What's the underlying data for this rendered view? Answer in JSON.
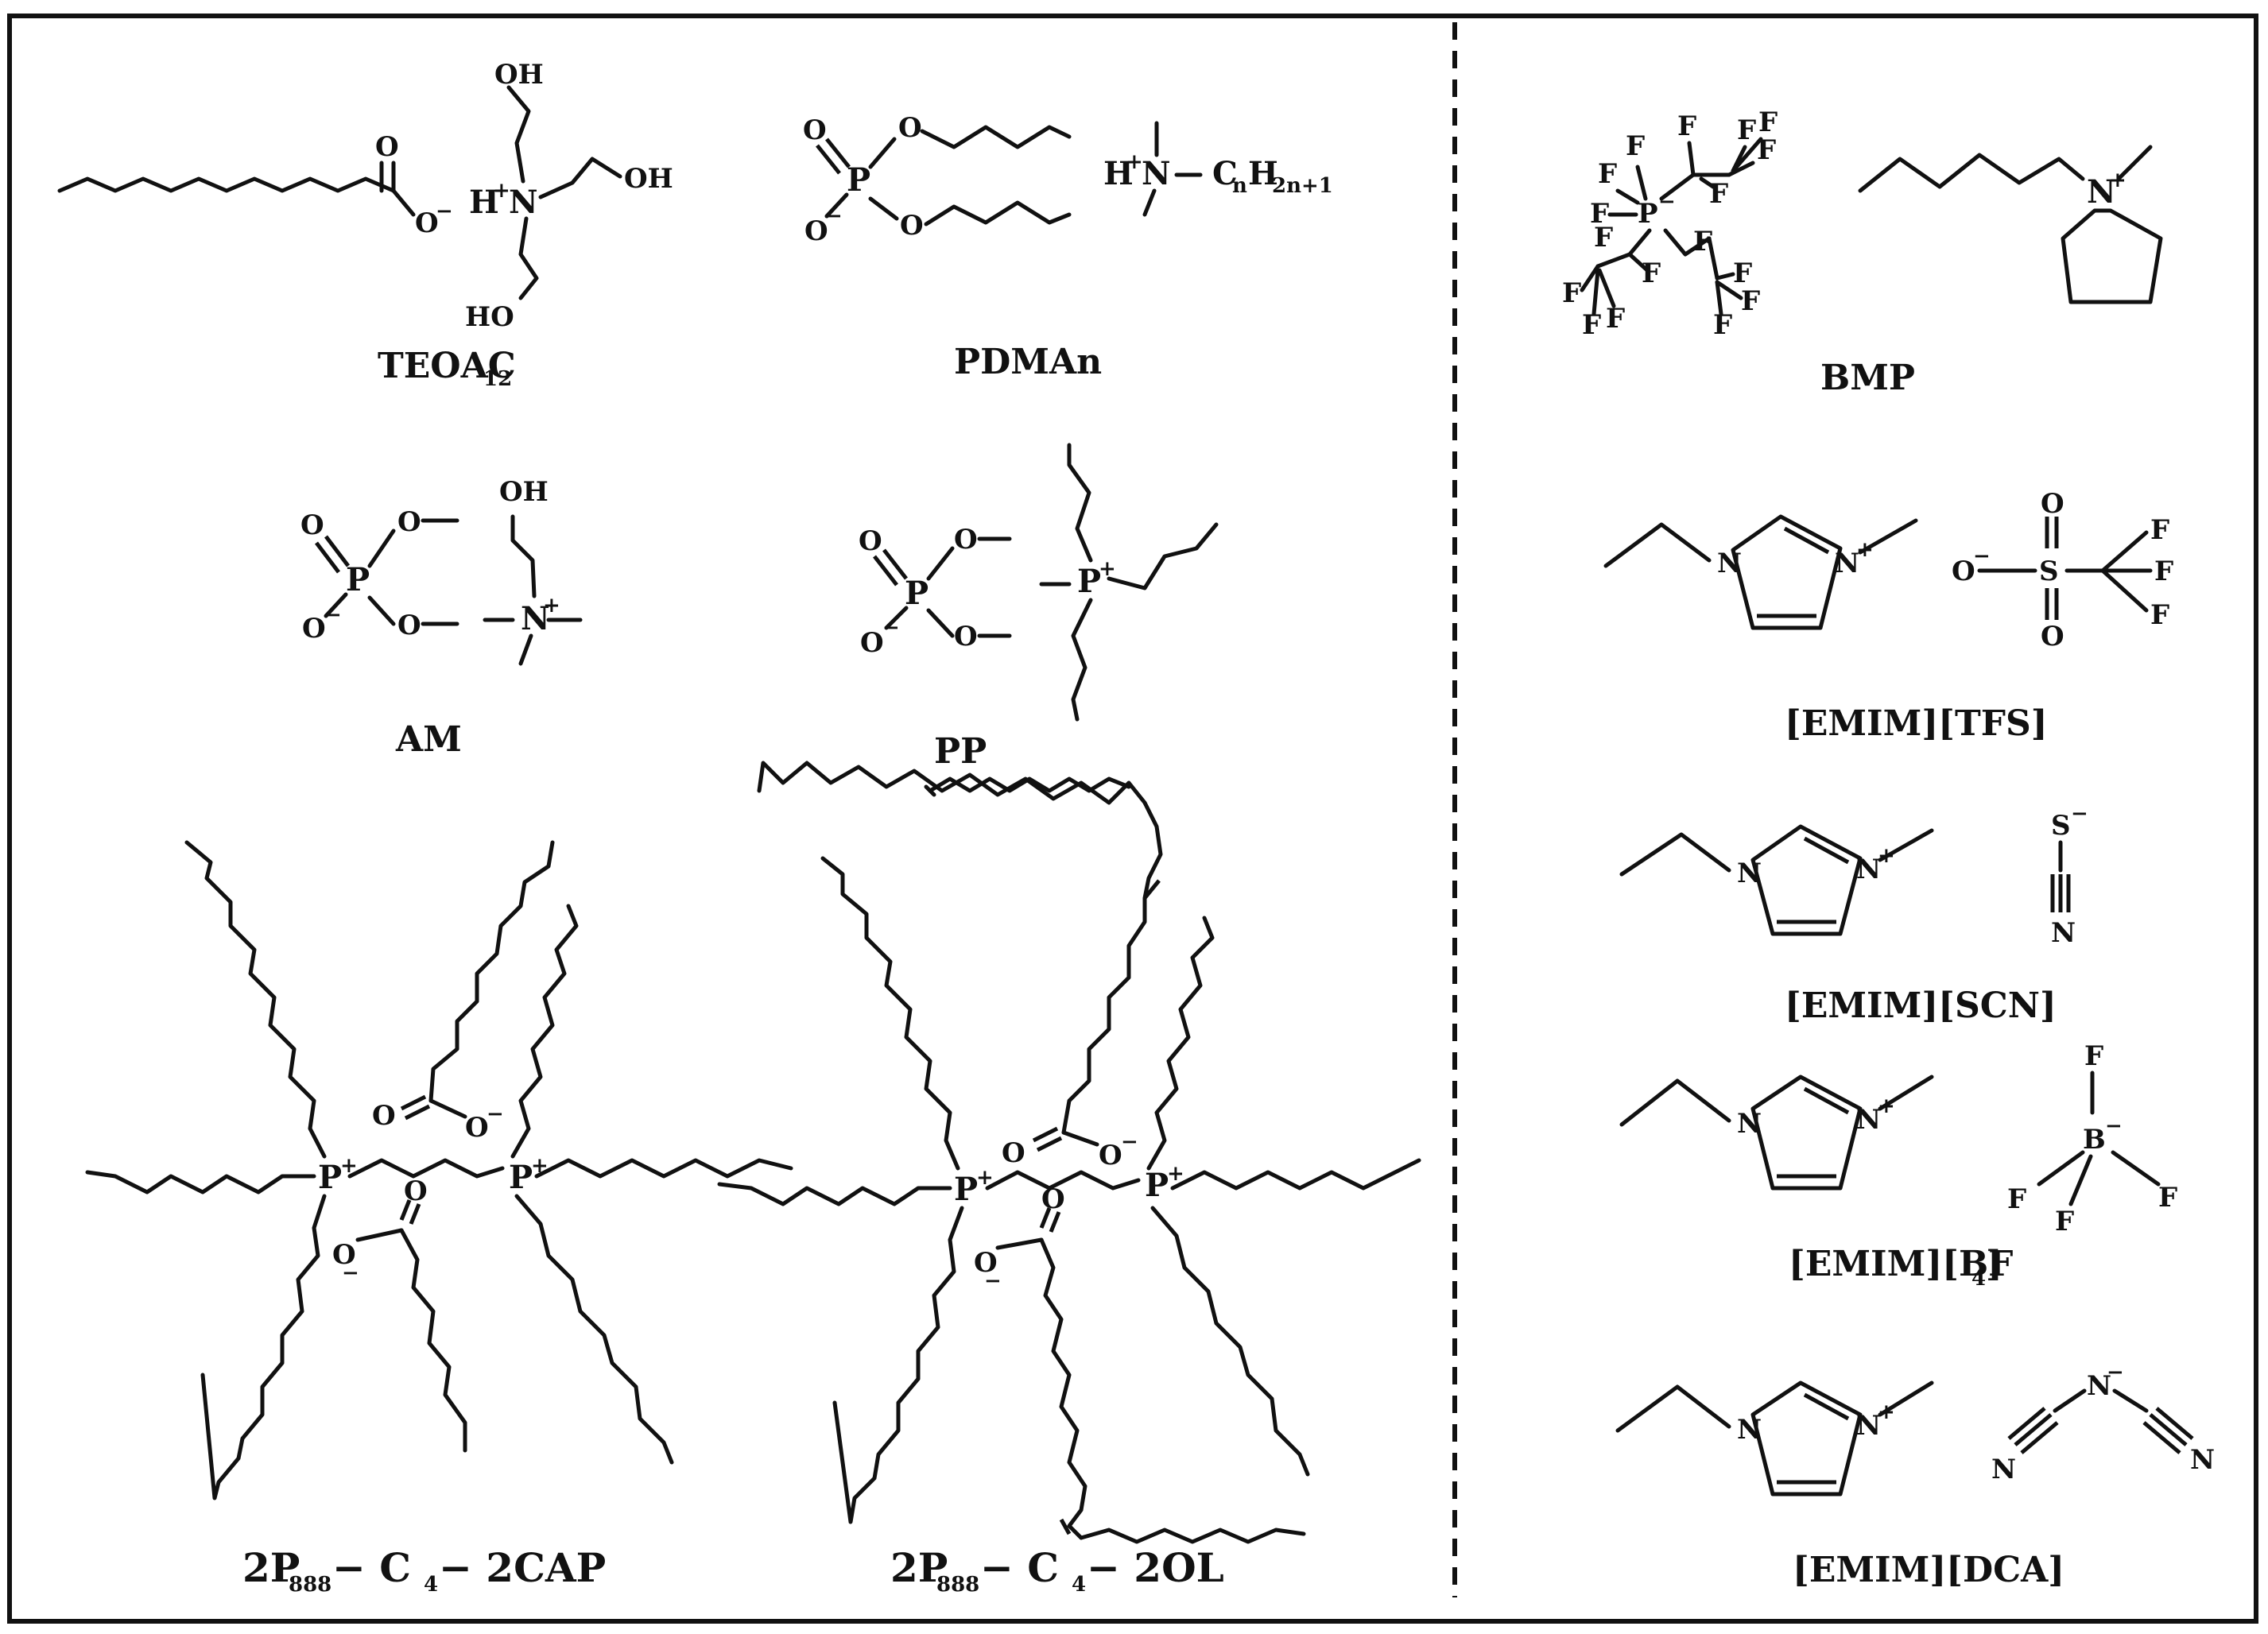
{
  "captions": {
    "teoac": "TEOAC",
    "teoac_sub": "12",
    "pdman": "PDMAn",
    "am": "AM",
    "pp": "PP",
    "cap_p": "2P",
    "cap_sub": "888",
    "cap_rest": " − C",
    "cap_c_sub": "4",
    "cap_end": " − 2CAP",
    "ol_p": "2P",
    "ol_sub": "888",
    "ol_rest": " − C",
    "ol_c_sub": "4",
    "ol_end": " − 2OL",
    "bmp": "BMP",
    "emim_tfs": "[EMIM][TFS]",
    "emim_scn": "[EMIM][SCN]",
    "emim_bf4": "[EMIM][BF",
    "emim_bf4_sub": "4",
    "emim_bf4_end": "]",
    "emim_dca": "[EMIM][DCA]"
  },
  "labels": {
    "oh": "OH",
    "ho": "HO",
    "o": "O",
    "o_minus": "O",
    "minus": "−",
    "plus": "+",
    "n": "N",
    "p": "P",
    "s": "S",
    "f": "F",
    "b": "B",
    "h": "H",
    "hplus": "H",
    "c_n_h": "C",
    "c_n_sub": "n",
    "h2n1": "H",
    "h2n1_sub": "2n+1"
  }
}
